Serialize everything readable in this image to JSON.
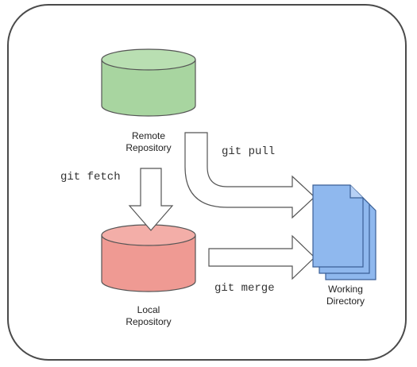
{
  "nodes": {
    "remote": {
      "line1": "Remote",
      "line2": "Repository"
    },
    "local": {
      "line1": "Local",
      "line2": "Repository"
    },
    "working": {
      "line1": "Working",
      "line2": "Directory"
    }
  },
  "edges": {
    "fetch": "git fetch",
    "pull": "git pull",
    "merge": "git merge"
  },
  "colors": {
    "remote_fill": "#a8d5a0",
    "local_fill": "#ef9a93",
    "working_fill": "#8fb8ee"
  }
}
